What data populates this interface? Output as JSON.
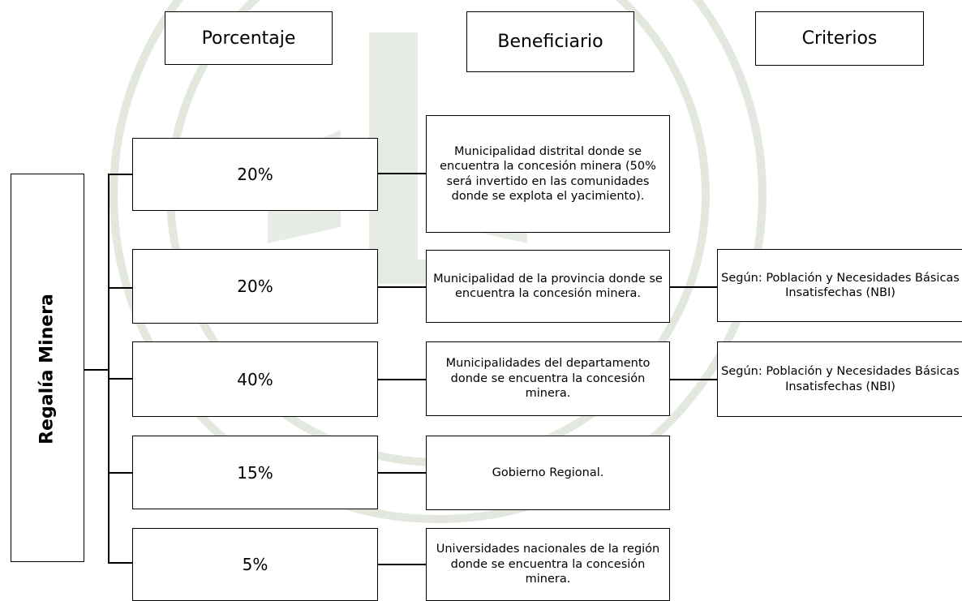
{
  "headers": {
    "percentage": "Porcentaje",
    "beneficiary": "Beneficiario",
    "criteria": "Criterios"
  },
  "root": {
    "label": "Regalía Minera"
  },
  "rows": [
    {
      "percent": "20%",
      "beneficiary": "Municipalidad distrital donde se encuentra la concesión minera (50% será invertido en las comunidades donde se explota el yacimiento).",
      "criteria": ""
    },
    {
      "percent": "20%",
      "beneficiary": "Municipalidad de la provincia donde se encuentra la concesión minera.",
      "criteria": "Según: Población y Necesidades Básicas Insatisfechas (NBI)"
    },
    {
      "percent": "40%",
      "beneficiary": "Municipalidades del departamento donde se encuentra la concesión minera.",
      "criteria": "Según: Población y Necesidades Básicas Insatisfechas (NBI)"
    },
    {
      "percent": "15%",
      "beneficiary": "Gobierno Regional.",
      "criteria": ""
    },
    {
      "percent": "5%",
      "beneficiary": "Universidades nacionales de la región donde se encuentra la concesión minera.",
      "criteria": ""
    }
  ]
}
